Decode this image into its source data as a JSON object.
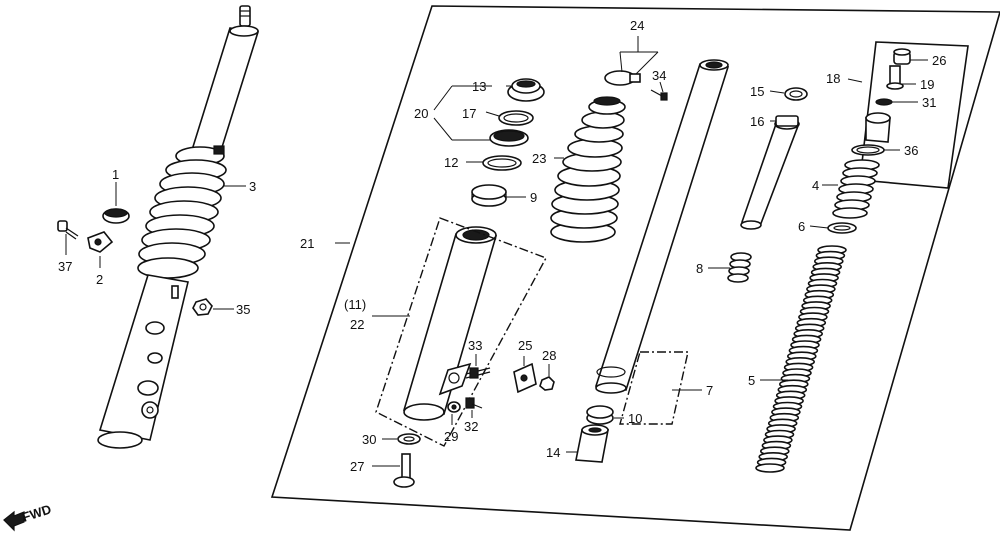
{
  "callouts": {
    "p1": "1",
    "p2": "2",
    "p3": "3",
    "p4": "4",
    "p5": "5",
    "p6": "6",
    "p7": "7",
    "p8": "8",
    "p9": "9",
    "p10": "10",
    "p11": "(11)",
    "p12": "12",
    "p13": "13",
    "p14": "14",
    "p15": "15",
    "p16": "16",
    "p17": "17",
    "p18": "18",
    "p19": "19",
    "p20": "20",
    "p21": "21",
    "p22": "22",
    "p23": "23",
    "p24": "24",
    "p25": "25",
    "p26": "26",
    "p27": "27",
    "p28": "28",
    "p29": "29",
    "p30": "30",
    "p31": "31",
    "p32": "32",
    "p33": "33",
    "p34": "34",
    "p35": "35",
    "p36": "36",
    "p37": "37"
  },
  "direction_label": "FWD"
}
